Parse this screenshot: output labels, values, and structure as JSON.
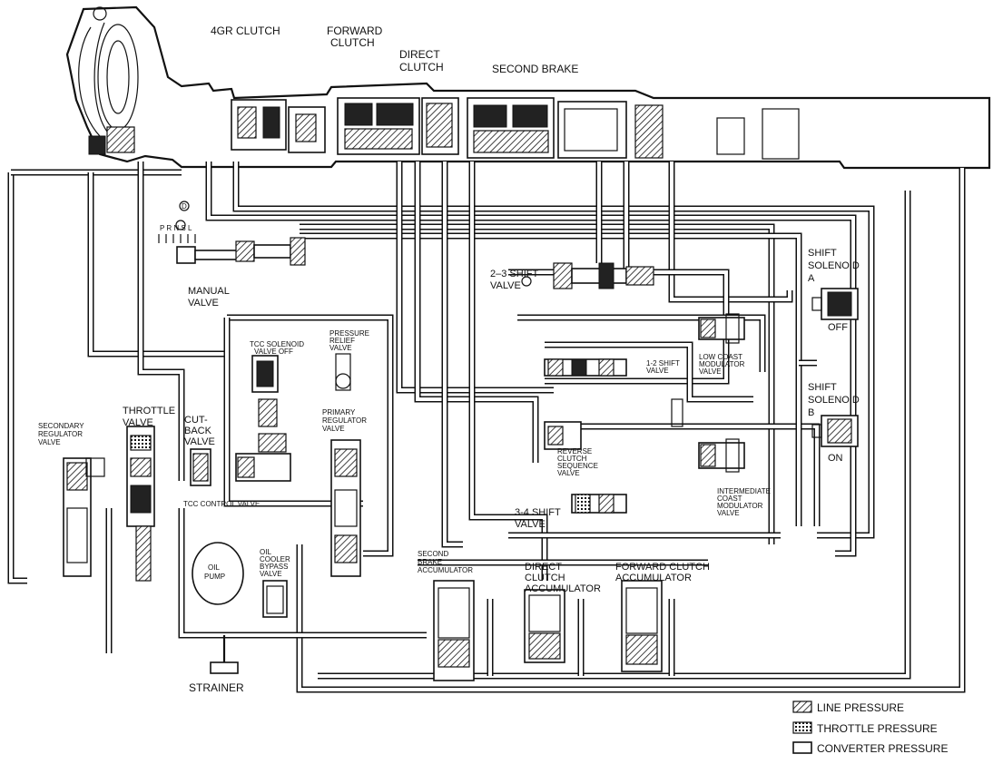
{
  "labels": {
    "clutch_4gr": "4GR CLUTCH",
    "forward_clutch_1": "FORWARD",
    "forward_clutch_2": "CLUTCH",
    "direct_clutch_1": "DIRECT",
    "direct_clutch_2": "CLUTCH",
    "second_brake": "SECOND BRAKE",
    "shift_positions": "P R N S L",
    "shift_position_d": "D",
    "manual_valve_1": "MANUAL",
    "manual_valve_2": "VALVE",
    "shift_valve_23_1": "2–3 SHIFT",
    "shift_valve_23_2": "VALVE",
    "shift_solenoid_a_1": "SHIFT",
    "shift_solenoid_a_2": "SOLENOID",
    "shift_solenoid_a_3": "A",
    "solenoid_a_state": "OFF",
    "shift_solenoid_b_1": "SHIFT",
    "shift_solenoid_b_2": "SOLENOID",
    "shift_solenoid_b_3": "B",
    "solenoid_b_state": "ON",
    "pressure_relief_1": "PRESSURE",
    "pressure_relief_2": "RELIEF",
    "pressure_relief_3": "VALVE",
    "tcc_solenoid_1": "TCC SOLENOID",
    "tcc_solenoid_2": "VALVE OFF",
    "shift_valve_12_1": "1-2 SHIFT",
    "shift_valve_12_2": "VALVE",
    "low_coast_1": "LOW COAST",
    "low_coast_2": "MODULATOR",
    "low_coast_3": "VALVE",
    "throttle_valve_1": "THROTTLE",
    "throttle_valve_2": "VALVE",
    "cutback_1": "CUT-",
    "cutback_2": "BACK",
    "cutback_3": "VALVE",
    "secondary_reg_1": "SECONDARY",
    "secondary_reg_2": "REGULATOR",
    "secondary_reg_3": "VALVE",
    "primary_reg_1": "PRIMARY",
    "primary_reg_2": "REGULATOR",
    "primary_reg_3": "VALVE",
    "reverse_clutch_1": "REVERSE",
    "reverse_clutch_2": "CLUTCH",
    "reverse_clutch_3": "SEQUENCE",
    "reverse_clutch_4": "VALVE",
    "intermediate_1": "INTERMEDIATE",
    "intermediate_2": "COAST",
    "intermediate_3": "MODULATOR",
    "intermediate_4": "VALVE",
    "tcc_control": "TCC CONTROL VALVE",
    "shift_valve_34_1": "3-4 SHIFT",
    "shift_valve_34_2": "VALVE",
    "oil_pump_1": "OIL",
    "oil_pump_2": "PUMP",
    "oil_cooler_1": "OIL",
    "oil_cooler_2": "COOLER",
    "oil_cooler_3": "BYPASS",
    "oil_cooler_4": "VALVE",
    "second_brake_acc_1": "SECOND",
    "second_brake_acc_2": "BRAKE",
    "second_brake_acc_3": "ACCUMULATOR",
    "direct_clutch_acc_1": "DIRECT",
    "direct_clutch_acc_2": "CLUTCH",
    "direct_clutch_acc_3": "ACCUMULATOR",
    "forward_clutch_acc_1": "FORWARD CLUTCH",
    "forward_clutch_acc_2": "ACCUMULATOR",
    "strainer": "STRAINER"
  },
  "legend": {
    "line_pressure": "LINE PRESSURE",
    "throttle_pressure": "THROTTLE PRESSURE",
    "converter_pressure": "CONVERTER PRESSURE"
  }
}
